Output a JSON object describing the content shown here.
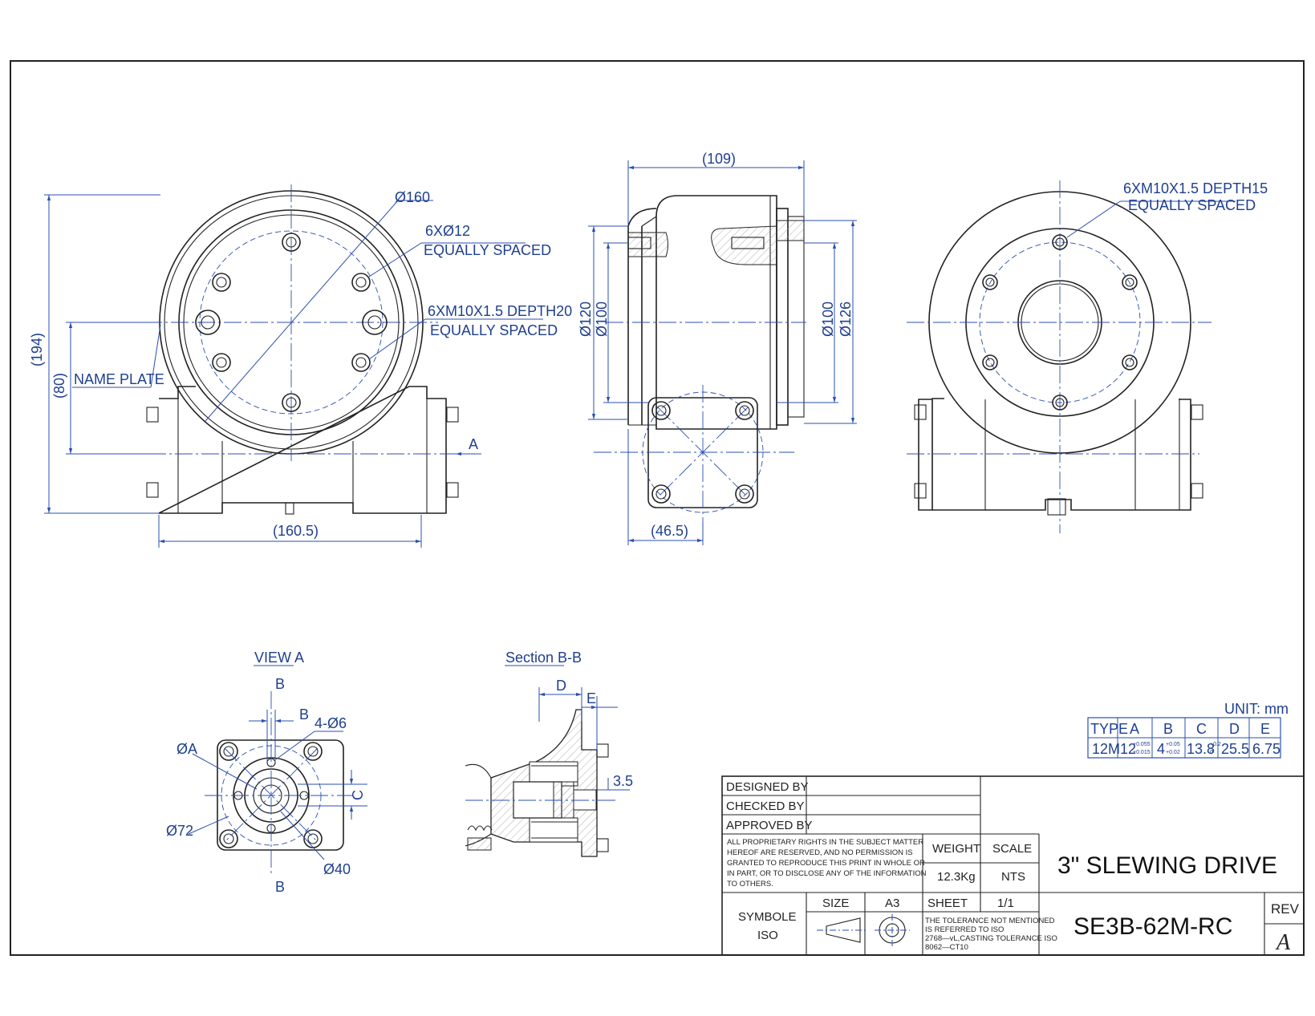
{
  "drawing": {
    "front_view": {
      "dim_pcd": "Ø160",
      "note_holes": [
        "6XØ12",
        "EQUALLY SPACED"
      ],
      "note_threads": [
        "6XM10X1.5  DEPTH20",
        "EQUALLY SPACED"
      ],
      "name_plate": "NAME PLATE",
      "dim_height": "(194)",
      "dim_center_height": "(80)",
      "dim_width": "(160.5)",
      "view_arrow": "A"
    },
    "side_view": {
      "dim_length": "(109)",
      "dim_d120": "Ø120",
      "dim_d100_left": "Ø100",
      "dim_d100_right": "Ø100",
      "dim_d126": "Ø126",
      "dim_offset": "(46.5)"
    },
    "rear_view": {
      "note_threads": [
        "6XM10X1.5  DEPTH15",
        "EQUALLY SPACED"
      ]
    },
    "view_a": {
      "title": "VIEW A",
      "section_mark_top": "B",
      "section_mark_bottom": "B",
      "dim_b": "B",
      "dim_holes": "4-Ø6",
      "dim_a": "ØA",
      "dim_c": "C",
      "dim_72": "Ø72",
      "dim_40": "Ø40"
    },
    "section_bb": {
      "title": "Section B-B",
      "dim_d": "D",
      "dim_e": "E",
      "dim_35": "3.5"
    }
  },
  "unit_table": {
    "unit_label": "UNIT:  mm",
    "headers": [
      "TYPE",
      "A",
      "B",
      "C",
      "D",
      "E"
    ],
    "row": {
      "type": "12M",
      "a_base": "12",
      "a_tol_upper": "+0.055",
      "a_tol_lower": "+0.015",
      "b_base": "4",
      "b_tol_upper": "+0.05",
      "b_tol_lower": "+0.02",
      "c_base": "13.8",
      "c_tol_upper": "+0.2",
      "c_tol_lower": "0",
      "d": "25.5",
      "e": "6.75"
    }
  },
  "title_block": {
    "designed_by": "DESIGNED  BY",
    "checked_by": "CHECKED  BY",
    "approved_by": "APPROVED  BY",
    "rights_lines": [
      "ALL  PROPRIETARY  RIGHTS  IN  THE  SUBJECT  MATTER",
      "HEREOF  ARE  RESERVED,  AND  NO  PERMISSION  IS",
      "GRANTED  TO  REPRODUCE  THIS  PRINT  IN  WHOLE  OR",
      "IN  PART,  OR  TO  DISCLOSE  ANY  OF  THE  INFORMATION",
      "TO  OTHERS."
    ],
    "weight_label": "WEIGHT",
    "weight_value": "12.3Kg",
    "scale_label": "SCALE",
    "scale_value": "NTS",
    "title": "3\" SLEWING DRIVE",
    "symbol_label_1": "SYMBOLE",
    "symbol_label_2": "ISO",
    "size_label": "SIZE",
    "size_value": "A3",
    "sheet_label": "SHEET",
    "sheet_value": "1/1",
    "tolerance_lines": [
      "THE  TOLERANCE  NOT  MENTIONED",
      "IS  REFERRED  TO  ISO",
      "2768—vL,CASTING  TOLERANCE  ISO",
      "8062—CT10"
    ],
    "part_number": "SE3B-62M-RC",
    "rev_label": "REV",
    "rev_value": "A"
  }
}
